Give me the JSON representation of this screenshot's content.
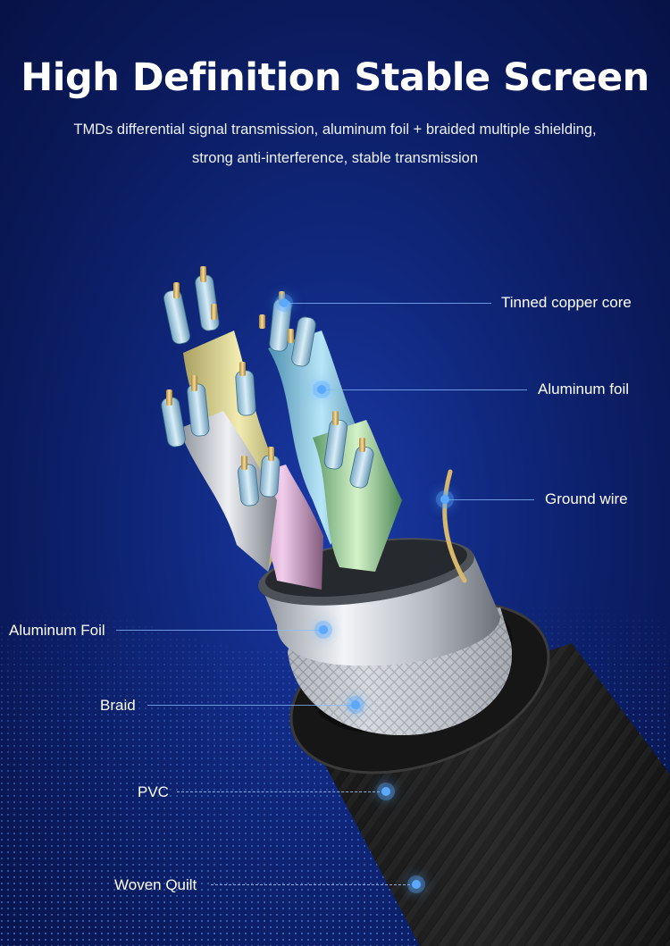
{
  "title": "High Definition Stable Screen",
  "subtitle_line1": "TMDs differential signal transmission, aluminum foil + braided multiple shielding,",
  "subtitle_line2": "strong anti-interference, stable transmission",
  "colors": {
    "background": "#10287e",
    "accent": "#5aa8ff",
    "text": "#ffffff"
  },
  "callouts": {
    "tinned_copper_core": "Tinned copper core",
    "aluminum_foil_inner": "Aluminum foil",
    "ground_wire": "Ground wire",
    "aluminum_foil_outer": "Aluminum Foil",
    "braid": "Braid",
    "pvc": "PVC",
    "woven_quilt": "Woven Quilt"
  }
}
